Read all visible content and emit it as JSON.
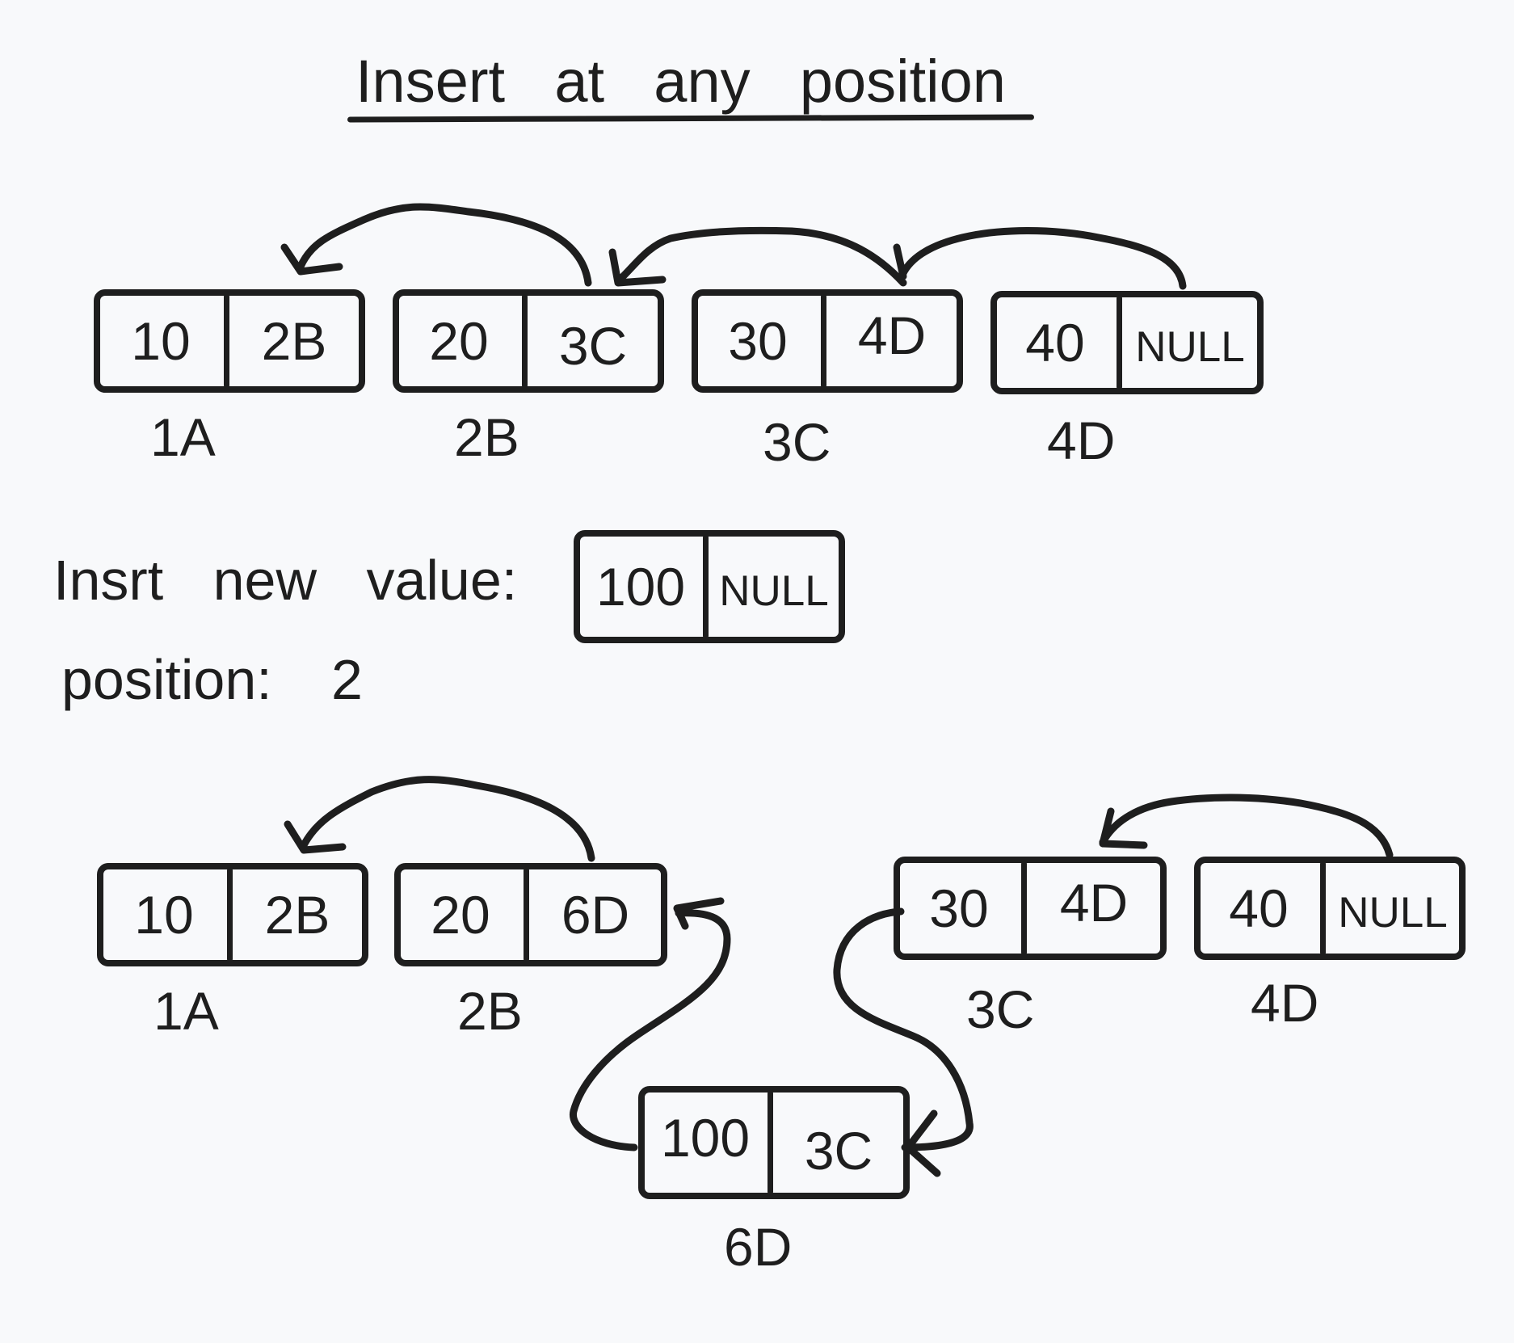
{
  "title": "Insert   at  any  position",
  "before_list": [
    {
      "data": "10",
      "next": "2B",
      "addr": "1A"
    },
    {
      "data": "20",
      "next": "3C",
      "addr": "2B"
    },
    {
      "data": "30",
      "next": "4D",
      "addr": "3C"
    },
    {
      "data": "40",
      "next": "NULL",
      "addr": "4D"
    }
  ],
  "insert": {
    "value_label": "Insrt   new  value:",
    "node": {
      "data": "100",
      "next": "NULL"
    },
    "position_label": "position:",
    "position_value": "2"
  },
  "after_list": [
    {
      "data": "10",
      "next": "2B",
      "addr": "1A"
    },
    {
      "data": "20",
      "next": "6D",
      "addr": "2B"
    },
    {
      "data": "30",
      "next": "4D",
      "addr": "3C"
    },
    {
      "data": "40",
      "next": "NULL",
      "addr": "4D"
    },
    {
      "data": "100",
      "next": "3C",
      "addr": "6D"
    }
  ]
}
